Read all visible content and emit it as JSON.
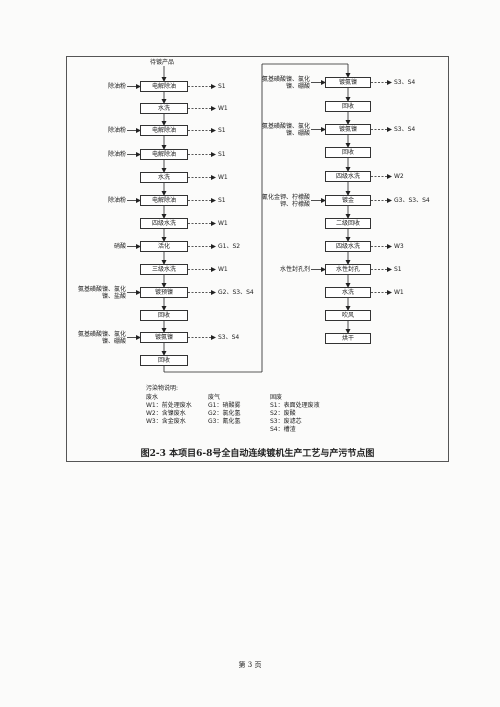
{
  "diagram": {
    "start_label": "待镀产品",
    "left_column": [
      {
        "box": "电解除油",
        "input": "除油粉",
        "output": "S1"
      },
      {
        "box": "水洗",
        "output": "W1"
      },
      {
        "box": "电解除油",
        "input": "除油粉",
        "output": "S1"
      },
      {
        "box": "电解除油",
        "input": "除油粉",
        "output": "S1"
      },
      {
        "box": "水洗",
        "output": "W1"
      },
      {
        "box": "电解除油",
        "input": "除油粉",
        "output": "S1"
      },
      {
        "box": "四级水洗",
        "output": "W1"
      },
      {
        "box": "活化",
        "input": "硝酸",
        "output": "G1、S2"
      },
      {
        "box": "三级水洗",
        "output": "W1"
      },
      {
        "box": "镀预镍",
        "input": "氨基磺酸镍、氯化镍、盐酸",
        "output": "G2、S3、S4"
      },
      {
        "box": "回收"
      },
      {
        "box": "镀氨镍",
        "input": "氨基磺酸镍、氯化镍、硼酸",
        "output": "S3、S4"
      },
      {
        "box": "回收"
      }
    ],
    "right_column": [
      {
        "box": "镀氨镍",
        "input": "氨基磺酸镍、氯化镍、硼酸",
        "output": "S3、S4"
      },
      {
        "box": "回收"
      },
      {
        "box": "镀氨镍",
        "input": "氨基磺酸镍、氯化镍、硼酸",
        "output": "S3、S4"
      },
      {
        "box": "回收"
      },
      {
        "box": "四级水洗",
        "output": "W2"
      },
      {
        "box": "镀金",
        "input": "氰化金钾、柠檬酸钾、柠檬酸",
        "output": "G3、S3、S4"
      },
      {
        "box": "二级回收"
      },
      {
        "box": "四级水洗",
        "output": "W3"
      },
      {
        "box": "水性封孔",
        "input": "水性封孔剂",
        "output": "S1"
      },
      {
        "box": "水洗",
        "output": "W1"
      },
      {
        "box": "吹风"
      },
      {
        "box": "烘干"
      }
    ],
    "legend": {
      "title": "污染物说明:",
      "water": {
        "heading": "废水",
        "items": [
          "W1：前处理废水",
          "W2：含镍废水",
          "W3：含金废水"
        ]
      },
      "gas": {
        "heading": "废气",
        "items": [
          "G1：硝酸雾",
          "G2：氯化氢",
          "G3：氰化氢"
        ]
      },
      "solid": {
        "heading": "固废",
        "items": [
          "S1：表面处理废液",
          "S2：废酸",
          "S3：废滤芯",
          "S4：槽渣"
        ]
      }
    }
  },
  "caption": "图2-3  本项目6-8号全自动连续镀机生产工艺与产污节点图",
  "page_number": "第 3 页"
}
